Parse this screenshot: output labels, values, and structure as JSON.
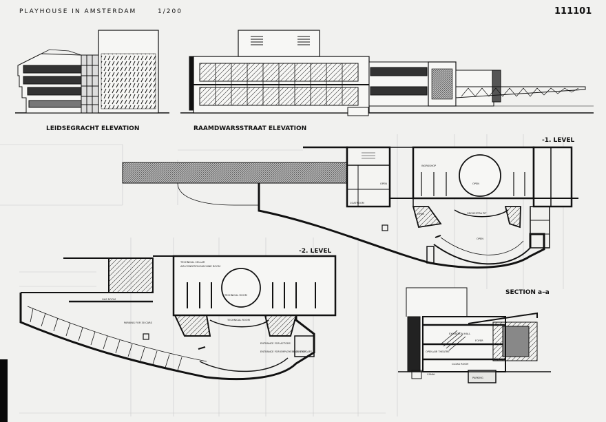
{
  "header": {
    "title": "PLAYHOUSE IN AMSTERDAM",
    "scale": "1/200",
    "sheet_number": "111101"
  },
  "labels": {
    "leidsegracht": "LEIDSEGRACHT ELEVATION",
    "raamdwarsstraat": "RAAMDWARSSTRAAT ELEVATION",
    "level1": "-1. LEVEL",
    "level2": "-2. LEVEL",
    "section": "SECTION a–a"
  },
  "rooms_level1": {
    "workshop": "WORKSHOP",
    "open1": "OPEN",
    "open2": "OPEN",
    "open3": "OPEN",
    "orchestra": "ORCHESTRA PIT",
    "open4": "OPEN",
    "coat": "COATROOM"
  },
  "rooms_level2": {
    "cellar": "TECHNICAL CELLAR",
    "machine": "AIR-CONDITION MACHINE ROOM",
    "tech1": "TECHNICAL ROOM",
    "tech2": "TECHNICAL ROOM",
    "parking": "PARKING FOR 30 CARS",
    "entrance_actors": "ENTRANCE FOR ACTORS",
    "entrance_staff": "ENTRANCE FOR EMPLOYEES OF THE CAFE",
    "elevator": "ELEVATOR",
    "gas": "GAS ROOM"
  },
  "rooms_section": {
    "exhibition": "EXHIBITION HALL",
    "openair": "OPEN-AIR THEATRE",
    "canal": "CANAL",
    "parking": "PARKING",
    "foyer": "FOYER",
    "cloak": "CLOAK ROOM"
  }
}
